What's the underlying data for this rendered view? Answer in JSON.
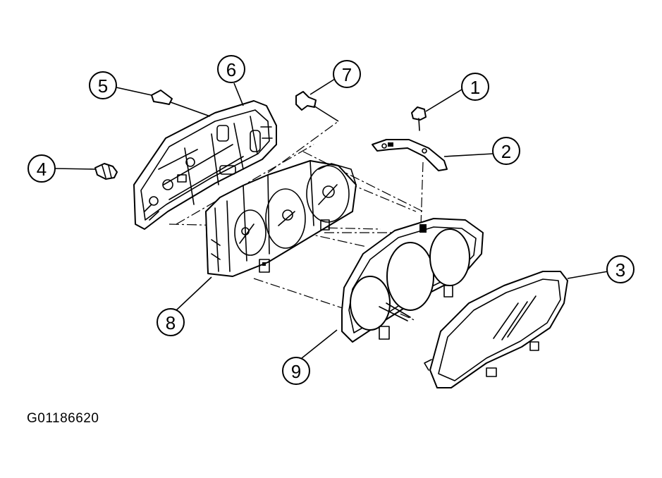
{
  "figure": {
    "code": "G01186620"
  },
  "callouts": [
    {
      "id": "1",
      "label": "1"
    },
    {
      "id": "2",
      "label": "2"
    },
    {
      "id": "3",
      "label": "3"
    },
    {
      "id": "4",
      "label": "4"
    },
    {
      "id": "5",
      "label": "5"
    },
    {
      "id": "6",
      "label": "6"
    },
    {
      "id": "7",
      "label": "7"
    },
    {
      "id": "8",
      "label": "8"
    },
    {
      "id": "9",
      "label": "9"
    }
  ],
  "colors": {
    "ink": "#000000",
    "paper": "#ffffff"
  }
}
